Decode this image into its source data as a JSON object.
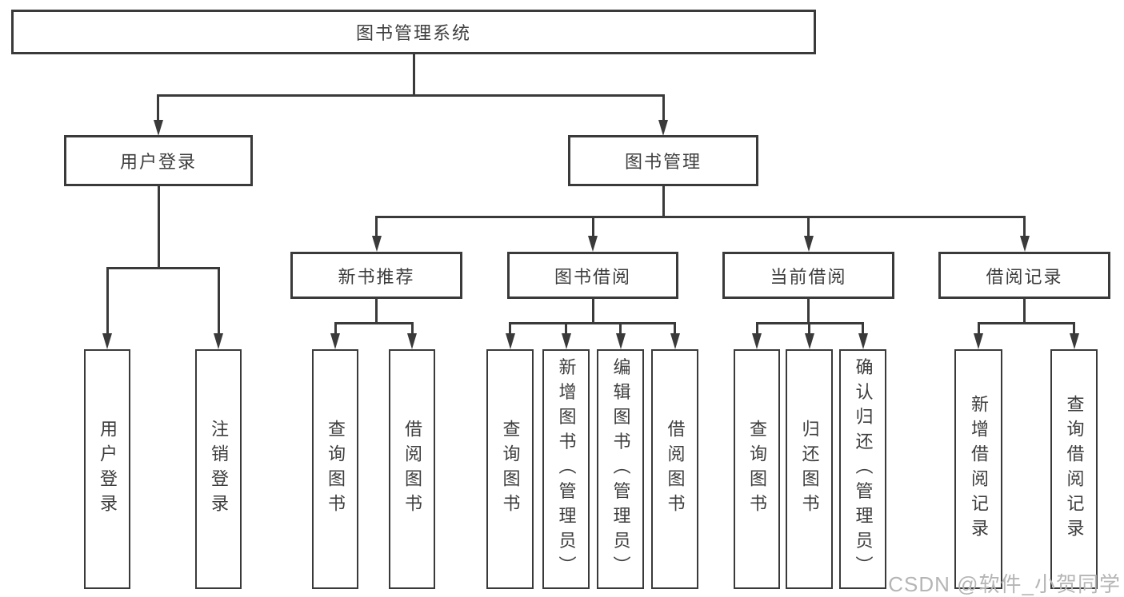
{
  "colors": {
    "background": "#ffffff",
    "line": "#3a3a3a",
    "text": "#3d3d3d",
    "watermark": "#b5b5b5"
  },
  "diagram": {
    "root": {
      "label": "图书管理系统"
    },
    "branches": [
      {
        "label": "用户登录",
        "children": [
          "用户登录",
          "注销登录"
        ]
      },
      {
        "label": "图书管理",
        "children": [
          {
            "label": "新书推荐",
            "children": [
              "查询图书",
              "借阅图书"
            ]
          },
          {
            "label": "图书借阅",
            "children": [
              "查询图书",
              "新增图书（管理员）",
              "编辑图书（管理员）",
              "借阅图书"
            ]
          },
          {
            "label": "当前借阅",
            "children": [
              "查询图书",
              "归还图书",
              "确认归还（管理员）"
            ]
          },
          {
            "label": "借阅记录",
            "children": [
              "新增借阅记录",
              "查询借阅记录"
            ]
          }
        ]
      }
    ]
  },
  "watermark": {
    "text": "CSDN @软件_小贺同学"
  }
}
